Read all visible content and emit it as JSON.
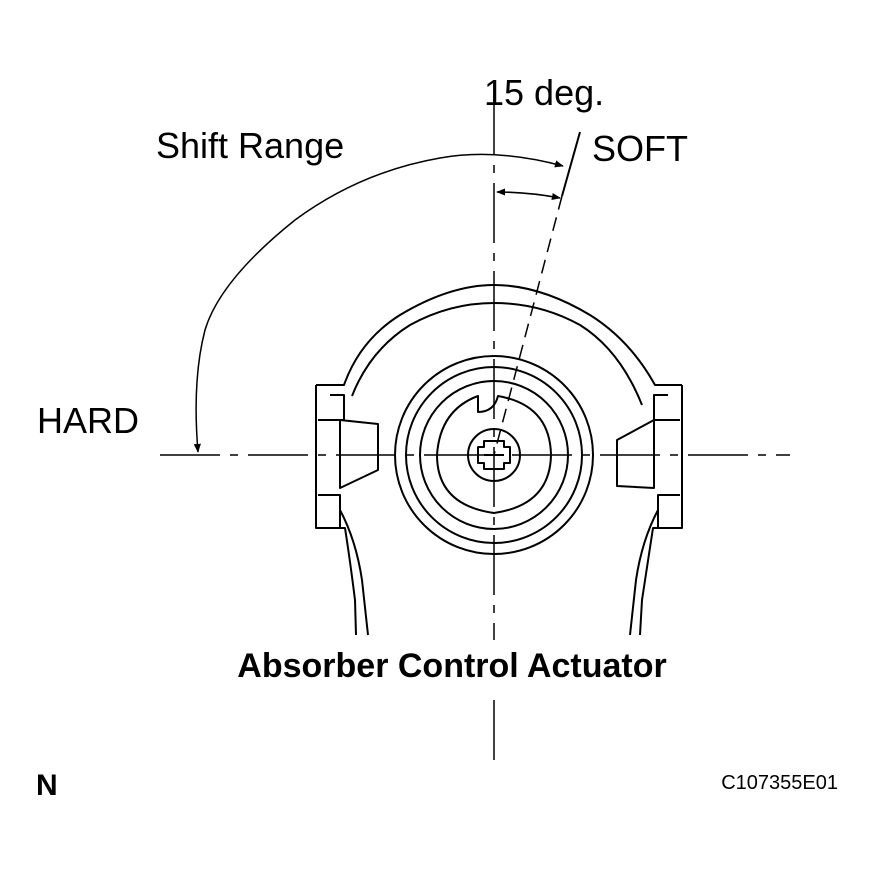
{
  "labels": {
    "angle": "15 deg.",
    "shift_range": "Shift Range",
    "soft": "SOFT",
    "hard": "HARD",
    "title": "Absorber Control Actuator",
    "corner": "N",
    "code": "C107355E01"
  },
  "colors": {
    "ink": "#000000",
    "background": "#ffffff"
  }
}
